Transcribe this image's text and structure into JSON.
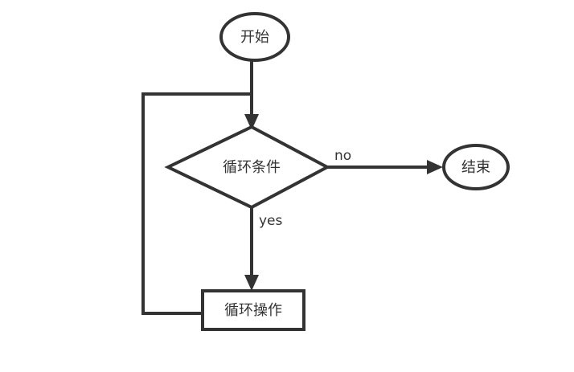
{
  "diagram": {
    "title": "",
    "type": "flowchart",
    "background_color": "#ffffff",
    "stroke_color": "#333333",
    "text_color": "#333333",
    "nodes": [
      {
        "id": "start",
        "shape": "ellipse",
        "label": "开始"
      },
      {
        "id": "condition",
        "shape": "diamond",
        "label": "循环条件"
      },
      {
        "id": "end",
        "shape": "ellipse",
        "label": "结束"
      },
      {
        "id": "operation",
        "shape": "rectangle",
        "label": "循环操作"
      }
    ],
    "edges": [
      {
        "id": "start-to-condition",
        "from": "start",
        "to": "condition",
        "label": ""
      },
      {
        "id": "condition-to-end",
        "from": "condition",
        "to": "end",
        "label": "no"
      },
      {
        "id": "condition-to-operation",
        "from": "condition",
        "to": "operation",
        "label": "yes"
      },
      {
        "id": "operation-to-condition",
        "from": "operation",
        "to": "condition",
        "label": ""
      }
    ]
  }
}
